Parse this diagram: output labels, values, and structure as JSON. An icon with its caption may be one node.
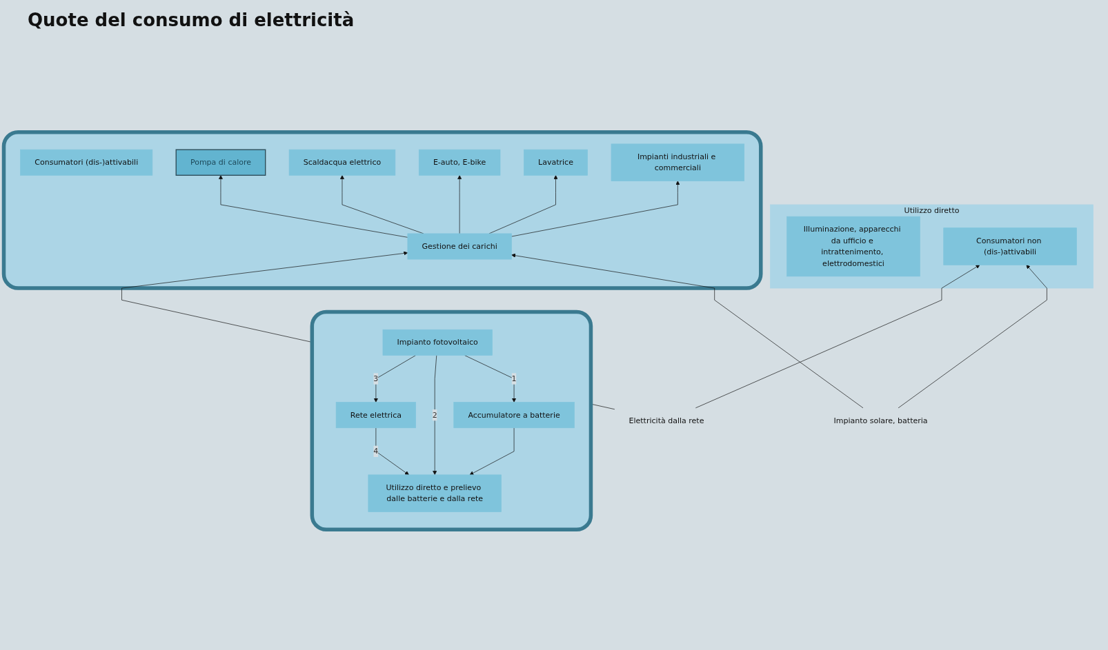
{
  "diagram": {
    "title": "Quote del consumo di elettricità",
    "nodes": [
      {
        "text": [],
        "shape": "box"
      },
      {
        "text": [
          "Rete elettrica"
        ],
        "in": 0
      },
      {
        "text": [
          "Utilizzo diretto e prelievo dalle batterie e dalla rete"
        ],
        "in": 0
      },
      {
        "text": [
          "Impianto fotovoltaico"
        ],
        "in": 0
      },
      {
        "text": [
          "Accumulatore a batterie"
        ],
        "in": 0
      },
      {
        "text": [
          "Utilizzo diretto"
        ]
      },
      {
        "text": [
          "Illuminazione, apparecchi da ufficio e intrattenimento, elettrodomestici"
        ],
        "in": 5
      },
      {
        "text": [
          "Consumatori non (dis-)attivabili"
        ],
        "in": 5
      },
      {
        "text": [],
        "shape": "box"
      },
      {
        "text": [
          "Consumatori (dis-)attivabili"
        ],
        "in": 8
      },
      {
        "text": [
          "Gestione dei carichi"
        ],
        "in": 8
      },
      {
        "text": [
          "Pompa di calore"
        ],
        "in": 8
      },
      {
        "text": [
          "Scaldacqua elettrico"
        ],
        "in": 8
      },
      {
        "text": [
          "E-auto, E-bike"
        ],
        "in": 8
      },
      {
        "text": [
          "Lavatrice"
        ],
        "in": 8
      },
      {
        "text": [
          "Impianti industriali e commerciali"
        ],
        "in": 8
      },
      {
        "text": [
          "Elettricità dalla rete"
        ]
      },
      {
        "text": [
          "Impianto solare, batteria"
        ]
      }
    ],
    "edges": [
      {
        "from": 1,
        "to": 2,
        "arrow": "to",
        "label": "4"
      },
      {
        "from": 3,
        "to": 1,
        "arrow": "to",
        "label": "3"
      },
      {
        "from": 3,
        "to": 2,
        "arrow": "to",
        "label": "2"
      },
      {
        "from": 3,
        "to": 4,
        "arrow": "to",
        "label": "1"
      },
      {
        "from": 4,
        "to": 2,
        "arrow": "to"
      },
      {
        "from": 16,
        "to": 7,
        "arrow": "to"
      },
      {
        "from": 17,
        "to": 7,
        "arrow": "to"
      },
      {
        "from": 16,
        "to": 10,
        "arrow": "to"
      },
      {
        "from": 17,
        "to": 10,
        "arrow": "to"
      },
      {
        "from": 10,
        "to": 11,
        "arrow": "to"
      },
      {
        "from": 10,
        "to": 12,
        "arrow": "to"
      },
      {
        "from": 10,
        "to": 13,
        "arrow": "to"
      },
      {
        "from": 10,
        "to": 14,
        "arrow": "to"
      },
      {
        "from": 10,
        "to": 15,
        "arrow": "to"
      }
    ]
  }
}
